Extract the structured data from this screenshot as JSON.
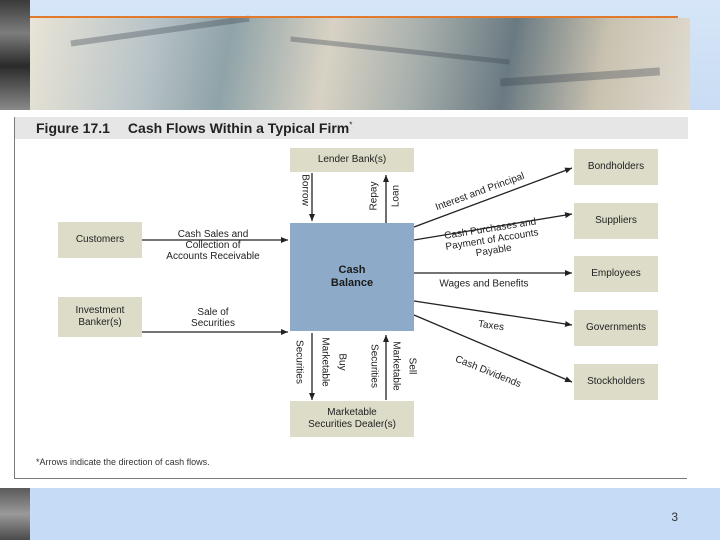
{
  "figure": {
    "number": "Figure 17.1",
    "title": "Cash Flows Within a Typical Firm",
    "title_mark": "*",
    "footnote": "*Arrows indicate the direction of cash flows."
  },
  "center": {
    "line1": "Cash",
    "line2": "Balance"
  },
  "boxes": {
    "lender": "Lender Bank(s)",
    "customers": "Customers",
    "investment_banker": [
      "Investment",
      "Banker(s)"
    ],
    "marketable_dealer": [
      "Marketable",
      "Securities Dealer(s)"
    ],
    "bondholders": "Bondholders",
    "suppliers": "Suppliers",
    "employees": "Employees",
    "governments": "Governments",
    "stockholders": "Stockholders"
  },
  "flows": {
    "borrow": "Borrow",
    "repay_1": "Repay",
    "repay_2": "Loan",
    "cash_sales": [
      "Cash Sales and",
      "Collection of",
      "Accounts Receivable"
    ],
    "sale_securities": [
      "Sale of",
      "Securities"
    ],
    "buy_1": "Buy",
    "buy_2": "Marketable",
    "buy_3": "Securities",
    "sell_1": "Sell",
    "sell_2": "Marketable",
    "sell_3": "Securities",
    "interest": "Interest and Principal",
    "purchases": [
      "Cash Purchases and",
      "Payment of Accounts",
      "Payable"
    ],
    "wages": "Wages and Benefits",
    "taxes": "Taxes",
    "dividends": "Cash Dividends"
  },
  "page_number": "3",
  "colors": {
    "box": "#dcdcc8",
    "center": "#8dabc9",
    "accent": "#e07a2e",
    "band": "#c6dbf5"
  }
}
